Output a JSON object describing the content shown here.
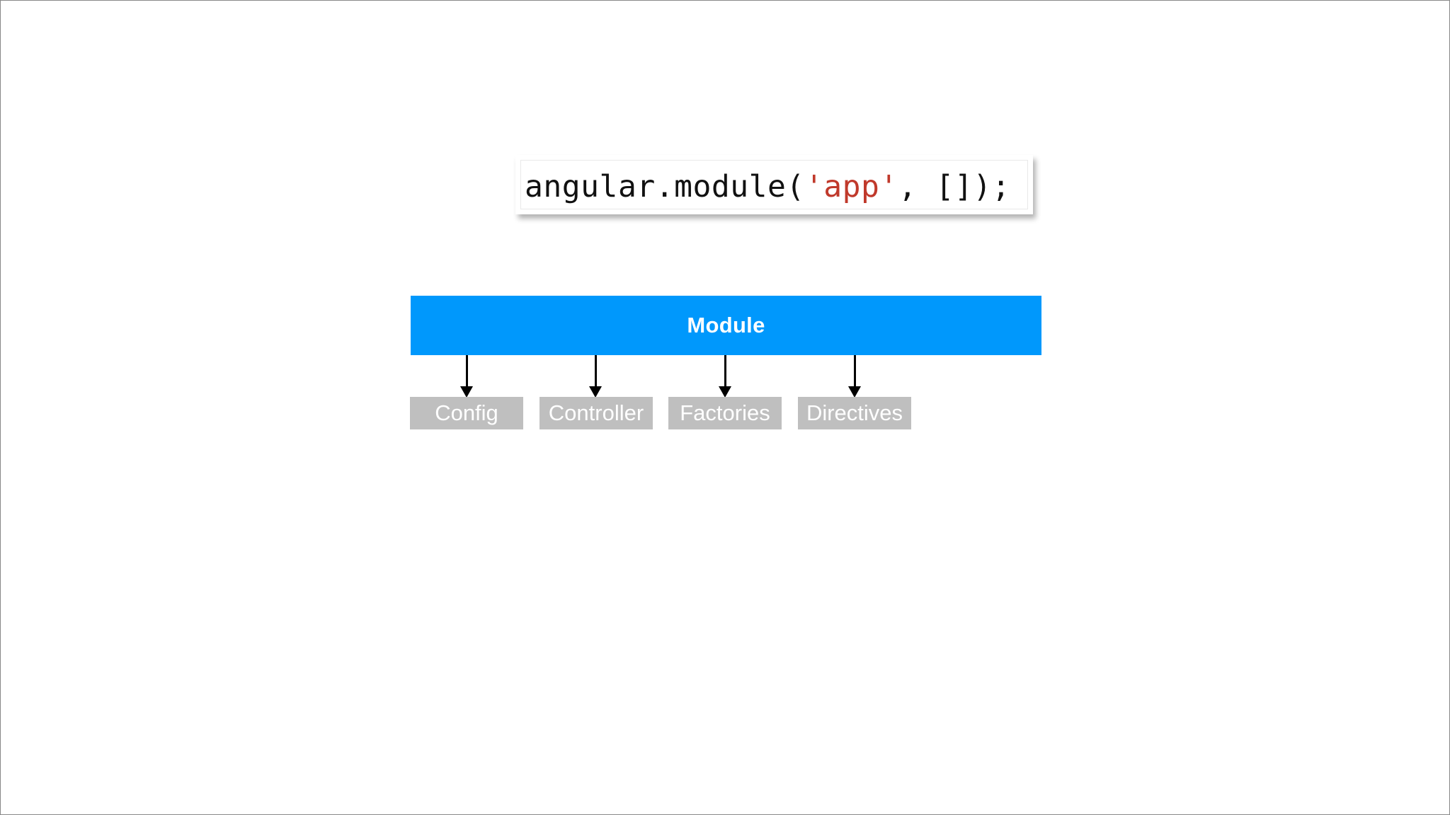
{
  "slide": {
    "background_color": "#ffffff",
    "border_color": "#888888"
  },
  "code_snippet": {
    "name": "angular-module-code",
    "full_text": "angular.module('app', []);",
    "segments": [
      {
        "text": "angular.module(",
        "color": "#111111"
      },
      {
        "text": "'app'",
        "color": "#c0392b"
      },
      {
        "text": ", []);",
        "color": "#111111"
      }
    ],
    "prefix": "angular.module(",
    "string_literal": "'app'",
    "suffix": ", []);"
  },
  "diagram": {
    "type": "hierarchy",
    "root": {
      "label": "Module",
      "color": "#0098fc",
      "text_color": "#ffffff"
    },
    "children": [
      {
        "label": "Config",
        "color": "#bfbfbf",
        "text_color": "#ffffff"
      },
      {
        "label": "Controller",
        "color": "#bfbfbf",
        "text_color": "#ffffff"
      },
      {
        "label": "Factories",
        "color": "#bfbfbf",
        "text_color": "#ffffff"
      },
      {
        "label": "Directives",
        "color": "#bfbfbf",
        "text_color": "#ffffff"
      }
    ],
    "connector_color": "#000000"
  }
}
